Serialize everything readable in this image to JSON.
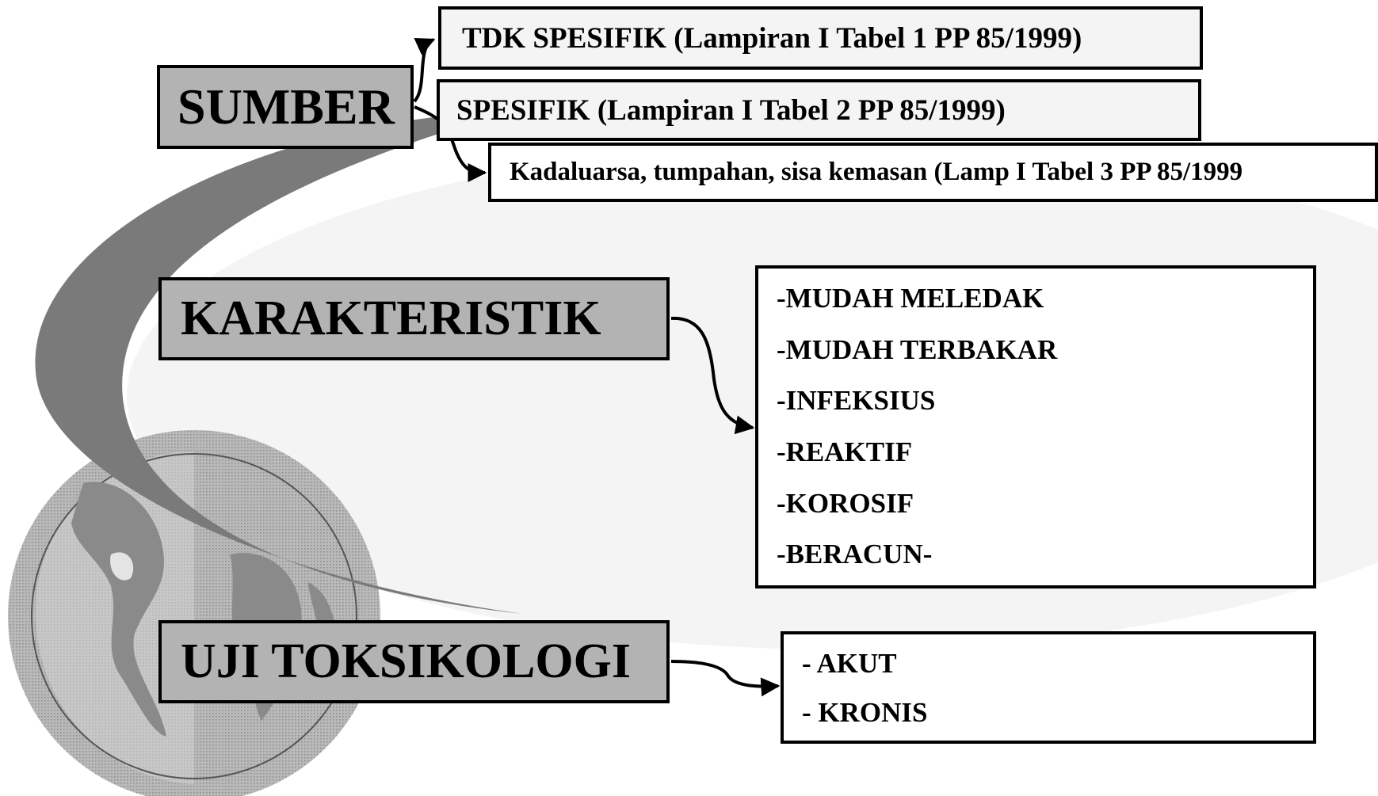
{
  "diagram": {
    "nodes": {
      "sumber": "SUMBER",
      "karakteristik": "KARAKTERISTIK",
      "uji_toksikologi": "UJI TOKSIKOLOGI"
    },
    "sumber_items": [
      "TDK SPESIFIK (Lampiran I Tabel 1 PP 85/1999)",
      "SPESIFIK (Lampiran I Tabel 2 PP 85/1999)",
      "Kadaluarsa, tumpahan, sisa kemasan (Lamp I Tabel 3 PP 85/1999"
    ],
    "karakteristik_items": [
      "-MUDAH MELEDAK",
      "-MUDAH TERBAKAR",
      "-INFEKSIUS",
      "-REAKTIF",
      "-KOROSIF",
      "-BERACUN-"
    ],
    "uji_items": [
      "- AKUT",
      "- KRONIS"
    ],
    "edges": [
      {
        "from": "SUMBER",
        "to": "TDK SPESIFIK (Lampiran I Tabel 1 PP 85/1999)"
      },
      {
        "from": "SUMBER",
        "to": "Kadaluarsa, tumpahan, sisa kemasan (Lamp I Tabel 3 PP 85/1999"
      },
      {
        "from": "KARAKTERISTIK",
        "to": "-MUDAH MELEDAK … -BERACUN-"
      },
      {
        "from": "UJI TOKSIKOLOGI",
        "to": "- AKUT / - KRONIS"
      }
    ]
  },
  "colors": {
    "node_fill": "#b3b3b3",
    "swoosh": "#7a7a7a",
    "ellipse": "#f4f4f4",
    "globe": "#b0b0b0",
    "border": "#000000"
  },
  "icons": {
    "background": "globe-icon"
  }
}
